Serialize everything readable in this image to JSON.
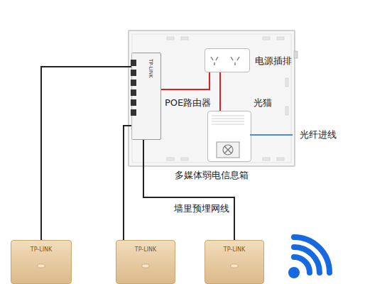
{
  "diagram": {
    "nodes": [
      {
        "text": [
          "多媒体弱电信息箱"
        ]
      },
      {
        "text": [
          "电源插排"
        ],
        "in": 0
      },
      {
        "text": [
          "TP-LINK",
          "POE路由器"
        ],
        "in": 0
      },
      {
        "text": [
          "光猫"
        ],
        "in": 0
      },
      {
        "text": [
          "TP-LINK"
        ]
      },
      {
        "text": [
          "TP-LINK"
        ]
      },
      {
        "text": [
          "TP-LINK"
        ]
      }
    ],
    "edges": [
      {
        "from": 2,
        "to": 1,
        "arrow": "none"
      },
      {
        "from": 1,
        "to": 3,
        "arrow": "none"
      },
      {
        "from": 2,
        "to": 4,
        "arrow": "none"
      },
      {
        "from": 2,
        "to": 5,
        "arrow": "none"
      },
      {
        "from": 2,
        "to": 6,
        "arrow": "none"
      }
    ],
    "labels": [
      "光纤进线",
      "墙里预埋网线"
    ]
  }
}
